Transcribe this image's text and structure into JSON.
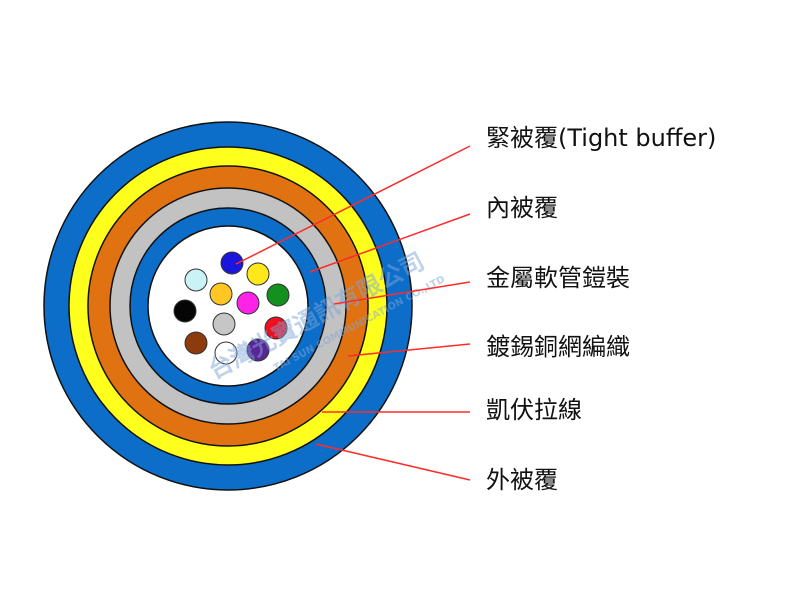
{
  "labels": {
    "tight_buffer": "緊被覆(Tight buffer)",
    "inner_jacket": "內被覆",
    "metal_armor": "金屬軟管鎧裝",
    "tinned_copper_braid": "鍍錫銅網編織",
    "kevlar": "凱伏拉線",
    "outer_jacket": "外被覆"
  },
  "watermark": {
    "chinese": "台灣光寶通訊有限公司",
    "english": "TAI SUN COMMUNICATION CO.,LTD"
  },
  "colors": {
    "outer_jacket": "#0c6ec9",
    "kevlar": "#ffff1e",
    "braid": "#e07212",
    "armor": "#c2c2c2",
    "inner_jacket": "#0c6ec9",
    "core": "#ffffff",
    "leader_line": "#ff2b2b",
    "fibers": [
      "#1b16de",
      "#c9f3f4",
      "#ffe81a",
      "#ffc624",
      "#ff23e8",
      "#13901e",
      "#050505",
      "#c6c6c6",
      "#ef0f1e",
      "#8d3a0c",
      "#ffffff",
      "#5a2596"
    ]
  }
}
